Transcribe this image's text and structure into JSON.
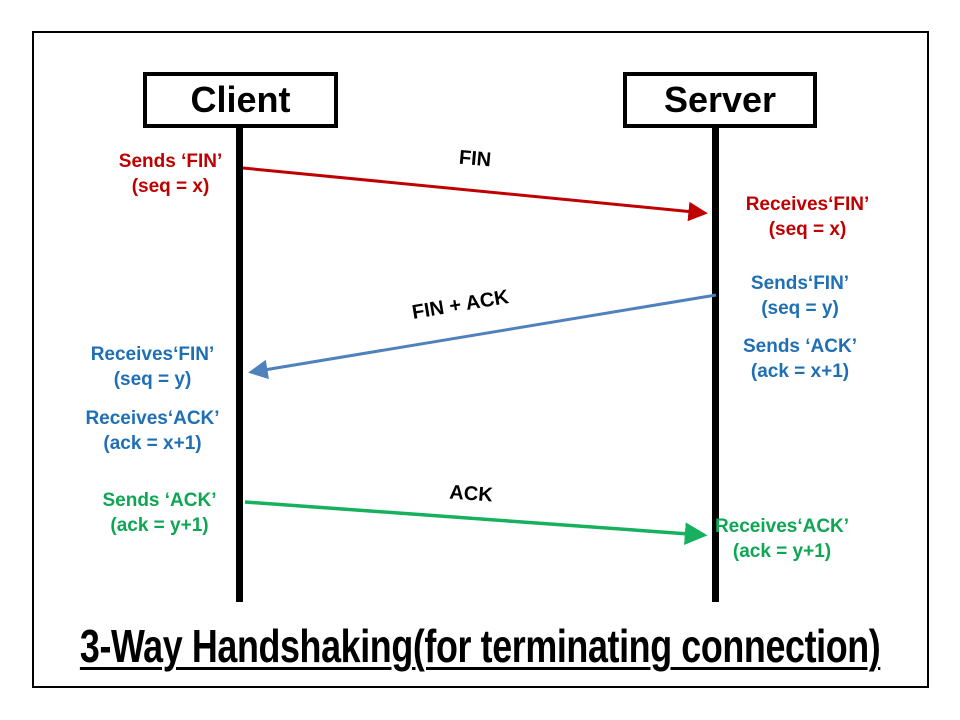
{
  "title": "3-Way Handshaking(for terminating connection)",
  "actors": {
    "client": "Client",
    "server": "Server"
  },
  "arrows": [
    {
      "id": "fin",
      "label": "FIN",
      "color": "#C00000",
      "from": "client",
      "to": "server"
    },
    {
      "id": "fin_ack",
      "label": "FIN + ACK",
      "color": "#4F81BD",
      "from": "server",
      "to": "client"
    },
    {
      "id": "ack",
      "label": "ACK",
      "color": "#17B05E",
      "from": "client",
      "to": "server"
    }
  ],
  "annotations": {
    "client_sends_fin": {
      "line1": "Sends ‘FIN’",
      "line2": "(seq = x)",
      "color": "#C00000"
    },
    "server_receives_fin": {
      "line1": "Receives‘FIN’",
      "line2": "(seq = x)",
      "color": "#C00000"
    },
    "server_sends_fin": {
      "line1": "Sends‘FIN’",
      "line2": "(seq = y)",
      "color": "#1F6FB5"
    },
    "server_sends_ack": {
      "line1": "Sends ‘ACK’",
      "line2": "(ack = x+1)",
      "color": "#1F6FB5"
    },
    "client_receives_fin": {
      "line1": "Receives‘FIN’",
      "line2": "(seq = y)",
      "color": "#1F6FB5"
    },
    "client_receives_ack": {
      "line1": "Receives‘ACK’",
      "line2": "(ack = x+1)",
      "color": "#1F6FB5"
    },
    "client_sends_ack": {
      "line1": "Sends ‘ACK’",
      "line2": "(ack = y+1)",
      "color": "#0DA653"
    },
    "server_receives_ack": {
      "line1": "Receives‘ACK’",
      "line2": "(ack = y+1)",
      "color": "#0DA653"
    }
  },
  "colors": {
    "fin_arrow_red": "#C00000",
    "fin_ack_arrow_blue": "#4F81BD",
    "info_text_blue": "#1F6FB5",
    "ack_arrow_green": "#17B05E",
    "ack_text_green": "#0DA653",
    "lifeline_black": "#000000"
  }
}
